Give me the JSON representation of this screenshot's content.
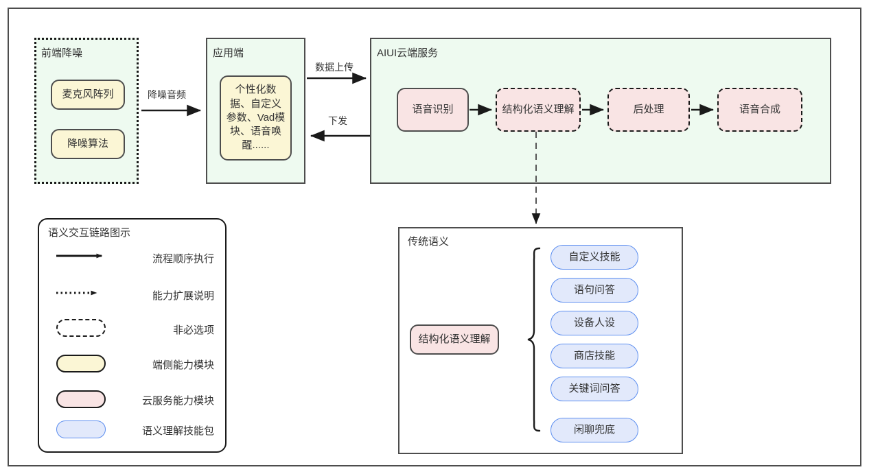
{
  "diagram": {
    "title_visible": false,
    "groups": {
      "frontend_denoise": {
        "label": "前端降噪",
        "style": "dotted-green",
        "modules": [
          {
            "label": "麦克风阵列",
            "type": "device-capability"
          },
          {
            "label": "降噪算法",
            "type": "device-capability"
          }
        ]
      },
      "application_side": {
        "label": "应用端",
        "style": "solid-green",
        "modules": [
          {
            "label": "个性化数据、自定义参数、Vad模块、语音唤醒......",
            "type": "device-capability"
          }
        ]
      },
      "aiui_cloud": {
        "label": "AIUI云端服务",
        "style": "solid-green",
        "modules": [
          {
            "label": "语音识别",
            "type": "cloud-capability",
            "optional": false
          },
          {
            "label": "结构化语义理解",
            "type": "cloud-capability",
            "optional": true
          },
          {
            "label": "后处理",
            "type": "cloud-capability",
            "optional": true
          },
          {
            "label": "语音合成",
            "type": "cloud-capability",
            "optional": true
          }
        ]
      },
      "traditional_semantics": {
        "label": "传统语义",
        "style": "solid-white",
        "source_module": {
          "label": "结构化语义理解",
          "type": "cloud-capability"
        },
        "skills": [
          {
            "label": "自定义技能"
          },
          {
            "label": "语句问答"
          },
          {
            "label": "设备人设"
          },
          {
            "label": "商店技能"
          },
          {
            "label": "关键词问答"
          },
          {
            "label": "闲聊兜底"
          }
        ]
      }
    },
    "edge_labels": {
      "denoise_audio": "降噪音频",
      "data_upload": "数据上传",
      "downlink": "下发"
    }
  },
  "legend": {
    "title": "语义交互链路图示",
    "items": [
      {
        "symbol": "solid-arrow",
        "label": "流程顺序执行"
      },
      {
        "symbol": "dotted-arrow",
        "label": "能力扩展说明"
      },
      {
        "symbol": "dashed-pill",
        "label": "非必选项"
      },
      {
        "symbol": "yellow-pill",
        "label": "端侧能力模块"
      },
      {
        "symbol": "pink-pill",
        "label": "云服务能力模块"
      },
      {
        "symbol": "blue-pill",
        "label": "语义理解技能包"
      }
    ]
  },
  "colors": {
    "group_green_fill": "#eefaf0",
    "group_border": "#4d4d4d",
    "yellow_fill": "#fbf6d5",
    "pink_fill": "#f9e4e4",
    "blue_fill": "#e2e9fb",
    "blue_border": "#5b8def",
    "line": "#1a1a1a",
    "text": "#333333",
    "canvas": "#ffffff"
  }
}
